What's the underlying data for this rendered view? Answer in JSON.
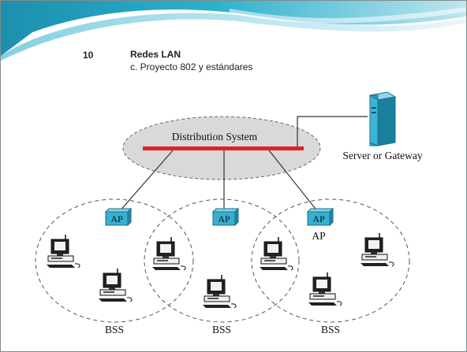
{
  "slide": {
    "number": "10",
    "title": "Redes LAN",
    "subtitle": "c. Proyecto 802 y estándares"
  },
  "diagram": {
    "distribution_system_label": "Distribution System",
    "server_label": "Server or Gateway",
    "ap_labels": [
      "AP",
      "AP",
      "AP"
    ],
    "ap_caption": "AP",
    "bss_labels": [
      "BSS",
      "BSS",
      "BSS"
    ],
    "colors": {
      "banner_dark": "#1f9bb7",
      "banner_light": "#a9dce8",
      "ds_fill": "#d9d9d9",
      "ds_bar": "#e3202a",
      "ap_fill": "#37b0cf",
      "server_fill": "#2aa2c6"
    }
  }
}
